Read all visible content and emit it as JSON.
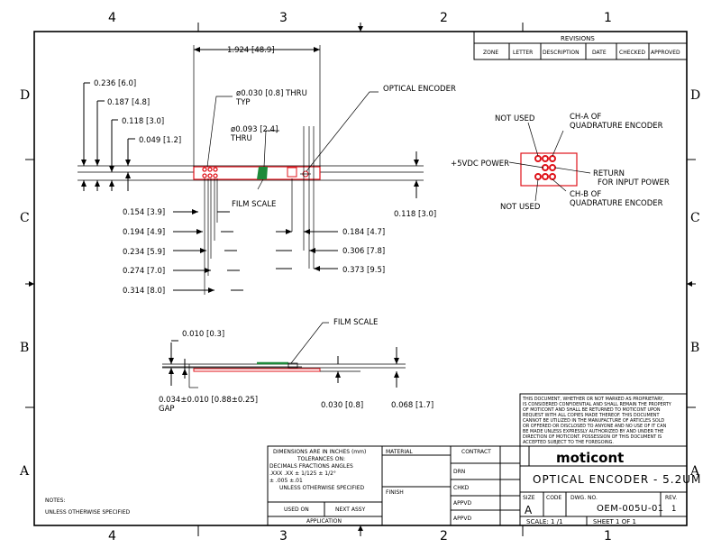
{
  "zones": {
    "top": [
      "4",
      "3",
      "2",
      "1"
    ],
    "bottom": [
      "4",
      "3",
      "2",
      "1"
    ],
    "left": [
      "D",
      "C",
      "B",
      "A"
    ],
    "right": [
      "D",
      "C",
      "B",
      "A"
    ]
  },
  "revisions": {
    "title": "REVISIONS",
    "columns": [
      "ZONE",
      "LETTER",
      "DESCRIPTION",
      "DATE",
      "CHECKED",
      "APPROVED"
    ]
  },
  "dims": {
    "overall": "1.924 [48.9]",
    "d0236": "0.236 [6.0]",
    "d0187": "0.187 [4.8]",
    "d0118a": "0.118 [3.0]",
    "d0049": "0.049 [1.2]",
    "hole1": "ø0.030 [0.8] THRU",
    "hole1b": "TYP",
    "hole2": "ø0.093 [2.4]",
    "hole2b": "THRU",
    "optical": "OPTICAL ENCODER",
    "film1": "FILM SCALE",
    "d0154": "0.154 [3.9]",
    "d0194": "0.194 [4.9]",
    "d0234": "0.234 [5.9]",
    "d0274": "0.274 [7.0]",
    "d0314": "0.314 [8.0]",
    "d0184": "0.184 [4.7]",
    "d0306": "0.306 [7.8]",
    "d0373": "0.373 [9.5]",
    "d0118b": "0.118 [3.0]",
    "film2": "FILM SCALE",
    "d0010": "0.010 [0.3]",
    "gap1": "0.034±0.010 [0.88±0.25]",
    "gap2": "GAP",
    "d0030": "0.030 [0.8]",
    "d0068": "0.068 [1.7]"
  },
  "pinout": {
    "not_used_top": "NOT USED",
    "cha1": "CH-A OF",
    "cha2": "QUADRATURE ENCODER",
    "power": "+5VDC POWER",
    "ret1": "RETURN",
    "ret2": "FOR INPUT POWER",
    "not_used_bot": "NOT USED",
    "chb1": "CH-B OF",
    "chb2": "QUADRATURE ENCODER"
  },
  "notice": [
    "THIS DOCUMENT, WHETHER OR NOT MARKED AS PROPRIETARY,",
    "IS CONSIDERED CONFIDENTIAL AND SHALL REMAIN THE PROPERTY",
    "OF MOTICONT AND SHALL BE RETURNED TO MOTICONT UPON",
    "REQUEST WITH ALL COPIES MADE THEREOF. THIS DOCUMENT",
    "CANNOT BE UTILIZED IN THE MANUFACTURE OF ARTICLES SOLD",
    "OR OFFERED OR DISCLOSED TO ANYONE AND NO USE OF IT CAN",
    "BE MADE UNLESS EXPRESSLY AUTHORIZED BY AND UNDER THE",
    "DIRECTION OF MOTICONT. POSSESSION OF THIS DOCUMENT IS",
    "ACCEPTED SUBJECT TO THE FOREGOING."
  ],
  "titleblock": {
    "brand": "moticont",
    "title": "OPTICAL ENCODER - 5.2UM",
    "size_label": "SIZE",
    "size": "A",
    "code_label": "CODE",
    "dwg_label": "DWG. NO.",
    "dwg": "OEM-005U-01",
    "rev_label": "REV.",
    "rev": "1",
    "scale": "SCALE:  1  /1",
    "sheet": "SHEET  1  OF  1",
    "material": "MATERIAL",
    "finish": "FINISH",
    "contract": "CONTRACT",
    "drn": "DRN",
    "chkd": "CHKD",
    "appvd1": "APPVD",
    "appvd2": "APPVD"
  },
  "tolerance": {
    "l1": "DIMENSIONS ARE IN INCHES (mm)",
    "l2": "TOLERANCES ON:",
    "l3": "DECIMALS   FRACTIONS   ANGLES",
    "l4": ".XXX .XX        ±  1/125    ± 1/2°",
    "l5": "± .005 ±.01",
    "l6": "UNLESS OTHERWISE SPECIFIED",
    "used_on": "USED ON",
    "next_assy": "NEXT ASSY",
    "application": "APPLICATION"
  },
  "notes": {
    "l1": "NOTES:",
    "l2": "UNLESS OTHERWISE SPECIFIED"
  },
  "colors": {
    "red": "#e0131a",
    "green": "#1e8a3a",
    "pink": "#f28c8c"
  }
}
